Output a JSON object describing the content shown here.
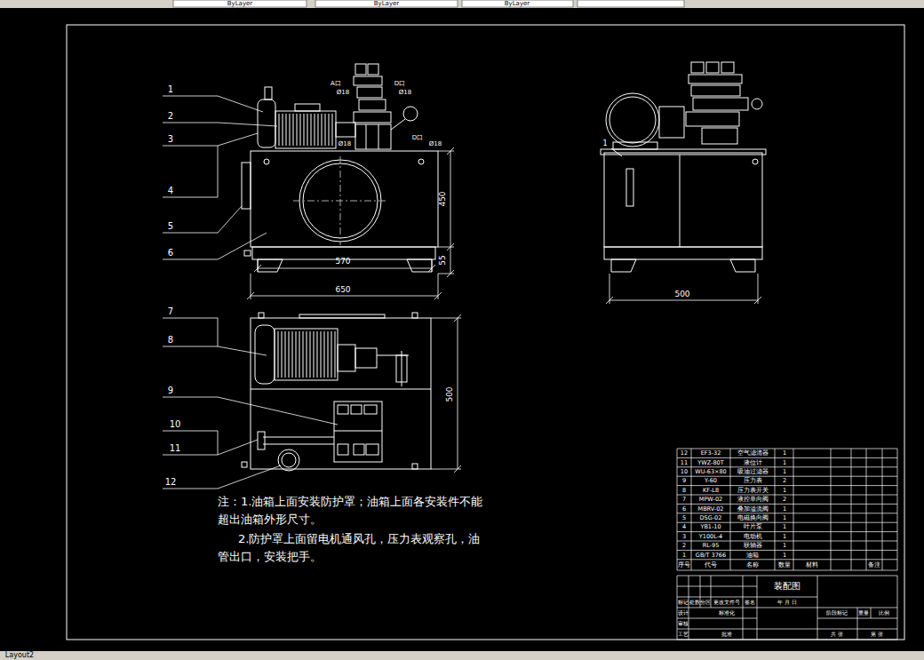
{
  "diagram": {
    "labels": [
      "ByLayer",
      "ByLayer",
      "ByLayer",
      "1",
      "2",
      "3",
      "4",
      "5",
      "6",
      "7",
      "8",
      "9",
      "10",
      "11",
      "12",
      "1",
      "A口",
      "Ø18",
      "D口",
      "Ø18",
      "Ø18",
      "D口",
      "Ø18",
      "450",
      "55",
      "570",
      "650",
      "500",
      "500",
      "注：1.油箱上面安装防护罩；油箱上面各安装件不能超出油箱外形尺寸。",
      "2.防护罩上面留电机通风孔，压力表观察孔，油管出口，安装把手。",
      "12",
      "EF3-32",
      "空气滤清器",
      "1",
      "11",
      "YWZ-80T",
      "液位计",
      "1",
      "10",
      "WU-63×80",
      "吸油过滤器",
      "1",
      "9",
      "Y-60",
      "压力表",
      "2",
      "8",
      "KF-L8",
      "压力表开关",
      "1",
      "7",
      "MPW-02",
      "液控单向阀",
      "2",
      "6",
      "MBRV-02",
      "叠加溢流阀",
      "1",
      "5",
      "DSG-02",
      "电磁换向阀",
      "1",
      "4",
      "YB1-10",
      "叶片泵",
      "1",
      "3",
      "Y100L-4",
      "电动机",
      "1",
      "2",
      "RL-95",
      "联轴器",
      "1",
      "1",
      "GB/T 3766",
      "油箱",
      "1",
      "序号",
      "代号",
      "名称",
      "数量",
      "材料",
      "备注",
      "标记",
      "处数",
      "分区",
      "更改文件号",
      "签名",
      "年 月 日",
      "设计",
      "标准化",
      "审核",
      "工艺",
      "批准",
      "装配图",
      "阶段标记",
      "重量",
      "比例",
      "共 张",
      "第 张",
      "Layout2"
    ]
  }
}
